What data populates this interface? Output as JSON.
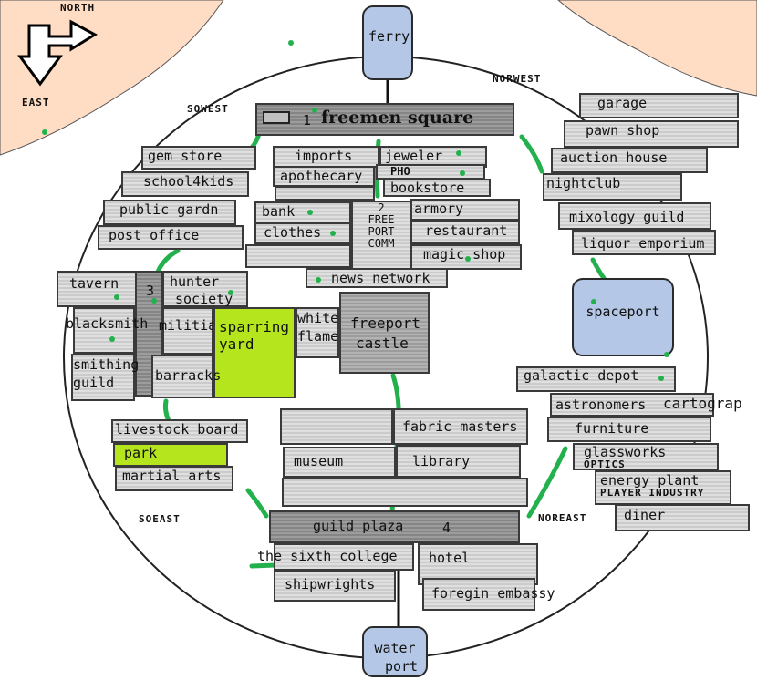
{
  "compass": {
    "north": "NORTH",
    "east": "EAST"
  },
  "directions": {
    "sowest": "SOWEST",
    "norwest": "NORWEST",
    "soeast": "SOEAST",
    "noreast": "NOREAST"
  },
  "transport": {
    "ferry": "ferry",
    "spaceport": "spaceport",
    "water_port_line1": "water",
    "water_port_line2": "port"
  },
  "plazas": {
    "freemen_square_number": "1",
    "freemen_square": "freemen square",
    "free_port_number": "2",
    "free_port_line1": "FREE",
    "free_port_line2": "PORT",
    "free_port_line3": "COMM",
    "hunter_number": "3",
    "guild_plaza": "guild plaza",
    "guild_plaza_number": "4"
  },
  "buildings": {
    "gem_store": "gem store",
    "school4kids": "school4kids",
    "public_gardn": "public gardn",
    "post_office": "post office",
    "imports": "imports",
    "jeweler": "jeweler",
    "apothecary": "apothecary",
    "pho": "PHO",
    "bookstore": "bookstore",
    "bank": "bank",
    "clothes": "clothes",
    "armory": "armory",
    "restaurant": "restaurant",
    "magic_shop": "magic shop",
    "news_network": "news network",
    "garage": "garage",
    "pawn_shop": "pawn shop",
    "auction_house": "auction house",
    "nightclub": "nightclub",
    "mixology_guild": "mixology guild",
    "liquor_emporium": "liquor emporium",
    "tavern": "tavern",
    "hunter_society_line1": "hunter",
    "hunter_society_line2": "society",
    "blacksmith": "blacksmith",
    "militia": "militia",
    "sparring_yard_line1": "sparring",
    "sparring_yard_line2": "yard",
    "white_flame_line1": "white",
    "white_flame_line2": "flame",
    "freeport_castle_line1": "freeport",
    "freeport_castle_line2": "castle",
    "smithing_guild_line1": "smithing",
    "smithing_guild_line2": "guild",
    "barracks": "barracks",
    "livestock_board": "livestock board",
    "park": "park",
    "martial_arts": "martial arts",
    "fabric_masters": "fabric masters",
    "museum": "museum",
    "library": "library",
    "galactic_depot": "galactic depot",
    "astronomers": "astronomers",
    "cartograp": "cartograp",
    "furniture": "furniture",
    "glassworks": "glassworks",
    "optics": "OPTICS",
    "energy_plant": "energy plant",
    "player_industry": "PLAYER INDUSTRY",
    "diner": "diner",
    "the_sixth_college": "the sixth college",
    "shipwrights": "shipwrights",
    "hotel": "hotel",
    "foregin_embassy": "foregin embassy"
  },
  "colors": {
    "sand": "#ffdcc4",
    "green_path": "#22b14c",
    "lime": "#b5e61d",
    "blue_port": "#b4c7e7",
    "building": "#d6d6d6",
    "dark_building": "#8f8f8f"
  }
}
